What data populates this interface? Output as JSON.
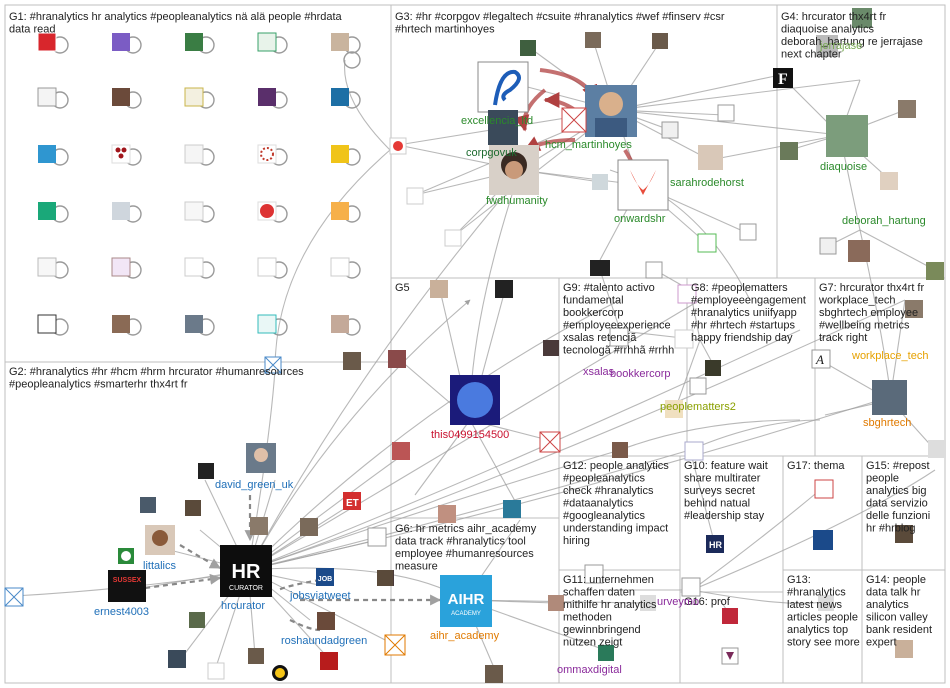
{
  "groups": [
    {
      "id": "G1",
      "lines": [
        "G1: #hranalytics hr analytics #peopleanalytics nä alä people #hrdata",
        "data read"
      ]
    },
    {
      "id": "G2",
      "lines": [
        "G2: #hranalytics #hr #hcm #hrm hrcurator #humanresources",
        "#peopleanalytics #smarterhr thx4rt fr"
      ]
    },
    {
      "id": "G3",
      "lines": [
        "G3: #hr #corpgov #legaltech #csuite #hranalytics #wef #finserv #csr",
        "#hrtech martinhoyes"
      ]
    },
    {
      "id": "G4",
      "lines": [
        "G4: hrcurator thx4rt fr",
        "diaquoise analytics",
        "deborah_hartung re jerrajase",
        "next chapter"
      ]
    },
    {
      "id": "G5",
      "lines": [
        "G5"
      ]
    },
    {
      "id": "G6",
      "lines": [
        "G6: hr metrics aihr_academy",
        "data track #hranalytics tool",
        "employee #humanresources",
        "measure"
      ]
    },
    {
      "id": "G7",
      "lines": [
        "G7: hrcurator thx4rt fr",
        "workplace_tech",
        "sbghrtech employee",
        "#wellbeing metrics",
        "track right"
      ]
    },
    {
      "id": "G8",
      "lines": [
        "G8: #peoplematters",
        "#employeeengagement",
        "#hranalytics uniifyapp",
        "#hr #hrtech #startups",
        "happy friendship day"
      ]
    },
    {
      "id": "G9",
      "lines": [
        "G9: #talento activo",
        "fundamental",
        "bookkercorp",
        "#employeeexperience",
        "xsalas retenciã",
        "tecnologã #rrhhã #rrhh"
      ]
    },
    {
      "id": "G10",
      "lines": [
        "G10: feature wait",
        "share multirater",
        "surveys secret",
        "behind natual",
        "#leadership stay"
      ]
    },
    {
      "id": "G11",
      "lines": [
        "G11: unternehmen",
        "schaffen daten",
        "mithilfe hr analytics",
        "methoden",
        "gewinnbringend",
        "nutzen zeigt"
      ]
    },
    {
      "id": "G12",
      "lines": [
        "G12: people analytics",
        "#peopleanalytics",
        "check #hranalytics",
        "#dataanalytics",
        "#googleanalytics",
        "understanding impact",
        "hiring"
      ]
    },
    {
      "id": "G13",
      "lines": [
        "G13:",
        "#hranalytics",
        "latest news",
        "articles people",
        "analytics top",
        "story see more"
      ]
    },
    {
      "id": "G14",
      "lines": [
        "G14: people",
        "data talk hr",
        "analytics",
        "silicon valley",
        "bank resident",
        "expert"
      ]
    },
    {
      "id": "G15",
      "lines": [
        "G15: #repost",
        "people",
        "analytics big",
        "data servizio",
        "delle funzioni",
        "hr #hrblog"
      ]
    },
    {
      "id": "G16",
      "lines": [
        "G16: prof"
      ]
    },
    {
      "id": "G17",
      "lines": [
        "G17: thema"
      ]
    }
  ],
  "labels": {
    "excellencia_ltd": "excellencia_ltd",
    "corpgovuk": "corpgovuk",
    "hcm_martinhoyes": "hcm_martinhoyes",
    "fwdhumanity": "fwdhumanity",
    "sarahrodehorst": "sarahrodehorst",
    "onwardshr": "onwardshr",
    "diaquoise": "diaquoise",
    "deborah_hartung": "deborah_hartung",
    "jerrajase": "jerrajase",
    "workplace_tech": "workplace_tech",
    "sbghrtech": "sbghrtech",
    "this0499154500": "this0499154500",
    "xsalas": "xsalas",
    "bookkercorp": "bookkercorp",
    "peoplematters2": "peoplematters2",
    "david_green_uk": "david_green_uk",
    "littalics": "littalics",
    "ernest4003": "ernest4003",
    "hrcurator": "hrcurator",
    "jobsviatweet": "jobsviatweet",
    "roshaundadgreen": "roshaundadgreen",
    "aihr_academy": "aihr_academy",
    "ommaxdigital": "ommaxdigital",
    "urvey": "urveymo",
    "hrcurator_logo_main": "HR",
    "hrcurator_logo_sub": "CURATOR",
    "aihr_logo_main": "AIHR",
    "aihr_logo_sub": "ACADEMY",
    "sussex_logo": "SUSSEX",
    "job_logo": "JOB"
  },
  "colors": {
    "border": "#bfbfbf",
    "edge": "#a0a0a0",
    "edge_strong": "#b04040",
    "label_blue": "#1f6fb8",
    "label_green": "#2b8a2b",
    "label_red": "#c8102e",
    "label_purple": "#8a2b9b",
    "label_orange": "#e07a00",
    "label_olive": "#8aa000",
    "label_darkgreen": "#1d6b2f"
  }
}
